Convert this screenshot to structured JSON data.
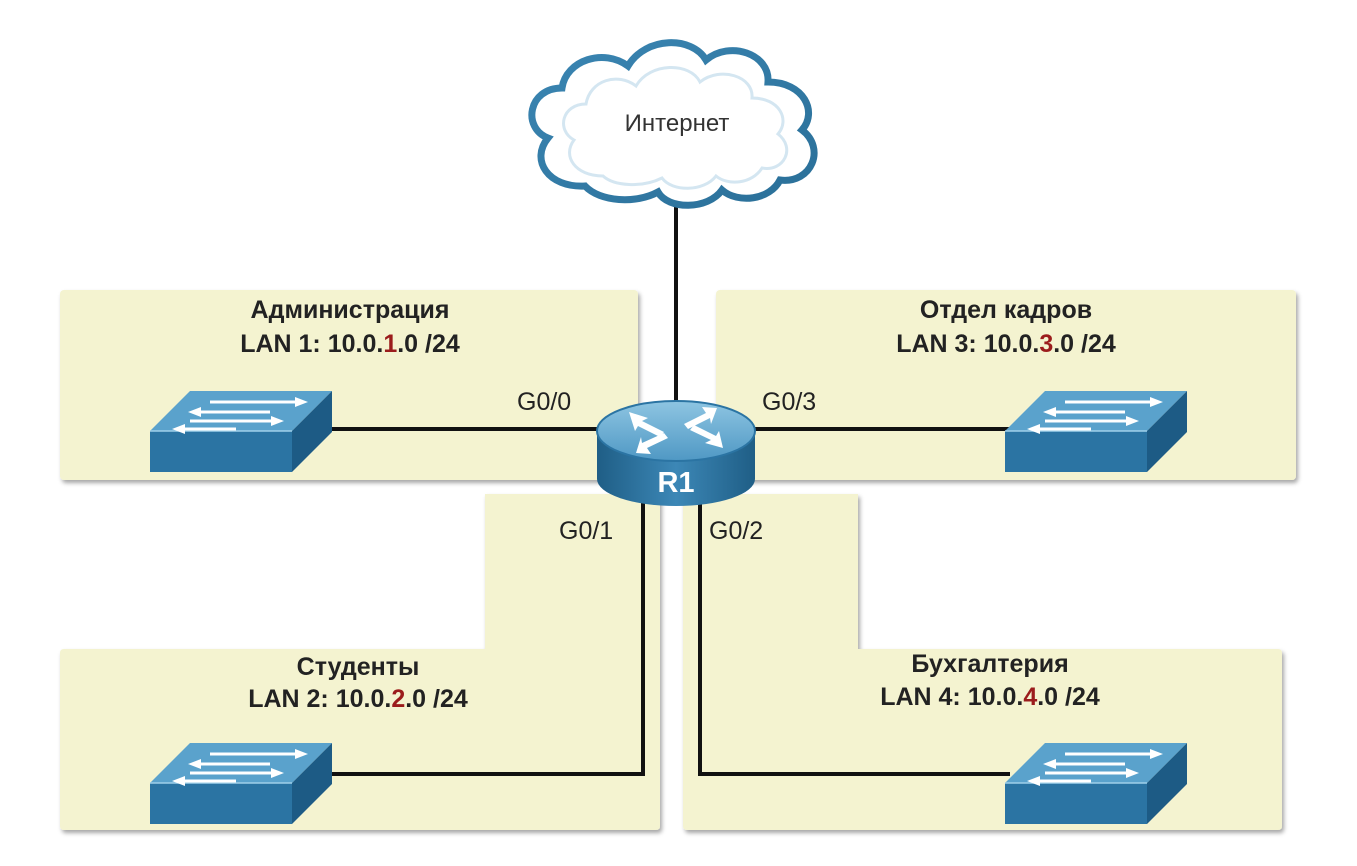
{
  "internet": {
    "label": "Интернет"
  },
  "router": {
    "name": "R1"
  },
  "lans": [
    {
      "name": "Администрация",
      "prefix": "LAN 1: 10.0.",
      "octet": "1",
      "suffix": ".0 /24",
      "port": "G0/0"
    },
    {
      "name": "Студенты",
      "prefix": "LAN 2: 10.0.",
      "octet": "2",
      "suffix": ".0 /24",
      "port": "G0/1"
    },
    {
      "name": "Отдел кадров",
      "prefix": "LAN 3: 10.0.",
      "octet": "3",
      "suffix": ".0 /24",
      "port": "G0/3"
    },
    {
      "name": "Бухгалтерия",
      "prefix": "LAN 4: 10.0.",
      "octet": "4",
      "suffix": ".0 /24",
      "port": "G0/2"
    }
  ],
  "colors": {
    "zone_fill": "#f4f3d0",
    "highlight": "#9b1c1c",
    "device": "#2b74a3",
    "cable": "#111111"
  }
}
